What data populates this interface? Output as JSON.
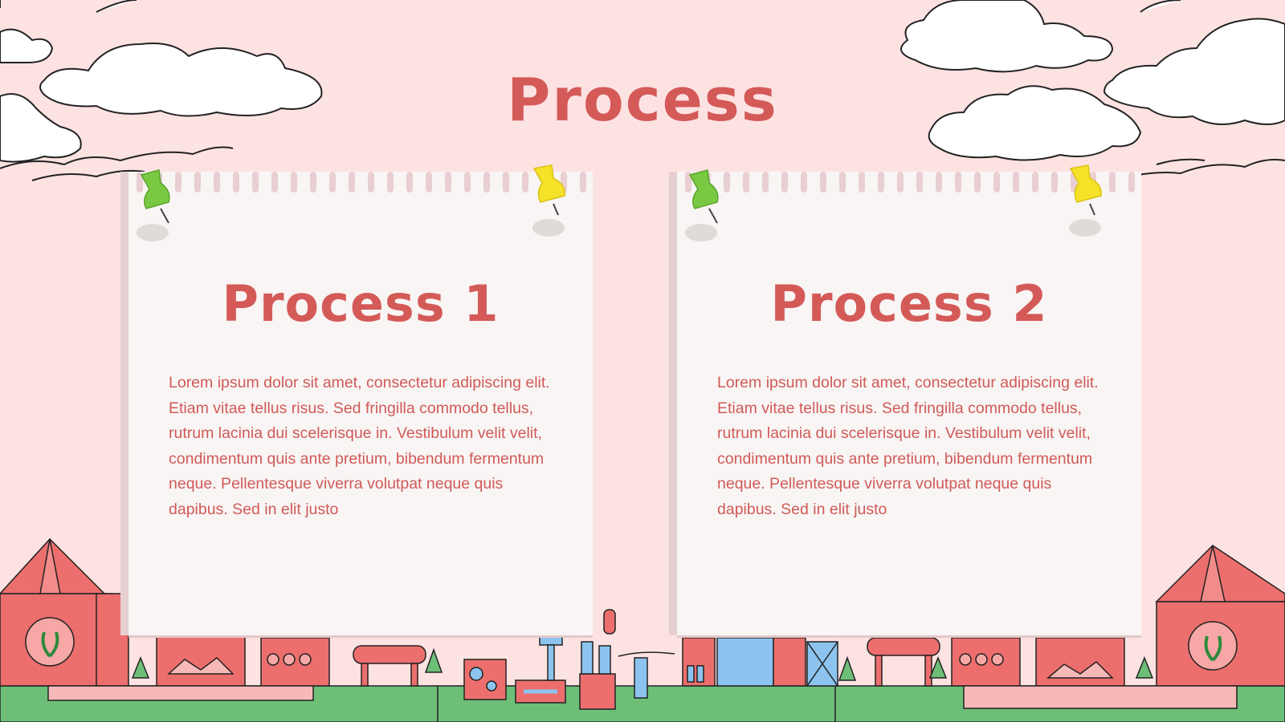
{
  "slide": {
    "title": "Process"
  },
  "cards": [
    {
      "heading": "Process 1",
      "body": "Lorem ipsum dolor sit amet, consectetur adipiscing elit. Etiam vitae tellus risus. Sed fringilla commodo tellus, rutrum lacinia dui scelerisque in. Vestibulum velit velit, condimentum quis ante pretium, bibendum fermentum neque. Pellentesque viverra volutpat neque quis dapibus. Sed in elit justo"
    },
    {
      "heading": "Process 2",
      "body": "Lorem ipsum dolor sit amet, consectetur adipiscing elit. Etiam vitae tellus risus. Sed fringilla commodo tellus, rutrum lacinia dui scelerisque in. Vestibulum velit velit, condimentum quis ante pretium, bibendum fermentum neque. Pellentesque viverra volutpat neque quis dapibus. Sed in elit justo"
    }
  ],
  "colors": {
    "background": "#fde2e2",
    "accent": "#d45a58",
    "paper": "#f8f5f4",
    "ground": "#6dbf78",
    "building": "#ec6f6d",
    "pin_green": "#7ac943",
    "pin_yellow": "#f5e228"
  }
}
